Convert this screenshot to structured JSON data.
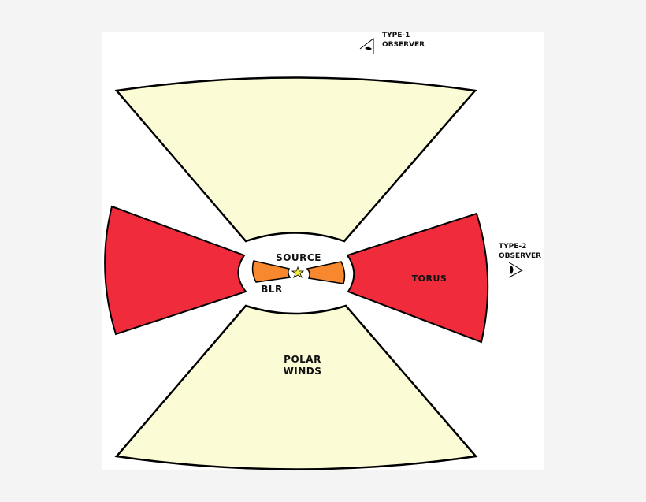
{
  "diagram": {
    "title": "AGN unified model schematic",
    "colors": {
      "page_background": "#f4f4f4",
      "panel_background": "#ffffff",
      "polar_winds_fill": "#fbfbd6",
      "torus_fill": "#f02c3c",
      "blr_fill": "#f7882e",
      "source_fill": "#f6f032",
      "outline": "#000000"
    },
    "labels": {
      "source": "SOURCE",
      "blr": "BLR",
      "torus": "TORUS",
      "polar_winds_line1": "POLAR",
      "polar_winds_line2": "WINDS",
      "type1_line1": "TYPE-1",
      "type1_line2": "OBSERVER",
      "type2_line1": "TYPE-2",
      "type2_line2": "OBSERVER"
    },
    "icons": {
      "type1_observer": "eye-icon",
      "type2_observer": "eye-icon",
      "source": "star-icon"
    }
  }
}
